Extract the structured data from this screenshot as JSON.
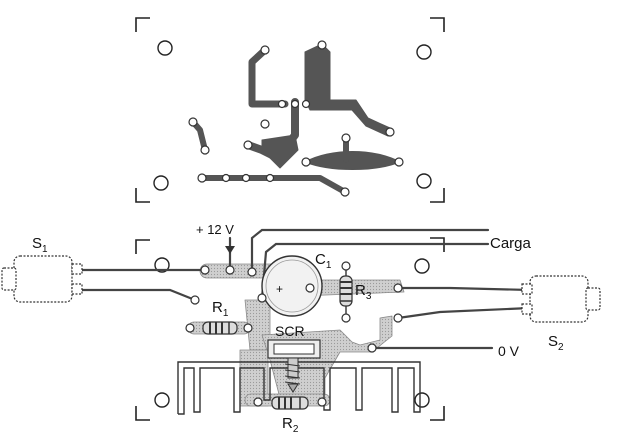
{
  "labels": {
    "s1": "S",
    "s1_sub": "1",
    "s2": "S",
    "s2_sub": "2",
    "supply": "+ 12 V",
    "load": "Carga",
    "c1": "C",
    "c1_sub": "1",
    "r1": "R",
    "r1_sub": "1",
    "r2": "R",
    "r2_sub": "2",
    "r3": "R",
    "r3_sub": "3",
    "scr": "SCR",
    "ground": "0 V",
    "cap_plus": "+"
  },
  "colors": {
    "trace": "#555555",
    "pad": "#ffffff",
    "board_mark": "#222222",
    "component": "#dddddd",
    "wire": "#444444"
  }
}
